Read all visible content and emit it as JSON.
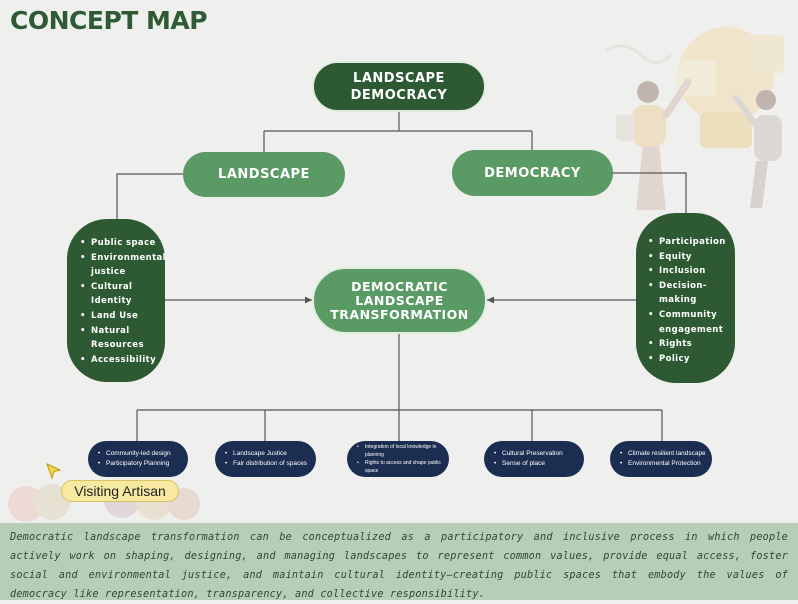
{
  "title": "CONCEPT MAP",
  "root": "LANDSCAPE DEMOCRACY",
  "landscape": "LANDSCAPE",
  "democracy": "DEMOCRACY",
  "center": "DEMOCRATIC LANDSCAPE TRANSFORMATION",
  "landscape_items": [
    "Public space",
    "Environmental justice",
    "Cultural Identity",
    "Land Use",
    "Natural Resources",
    "Accessibility"
  ],
  "democracy_items": [
    "Participation",
    "Equity",
    "Inclusion",
    "Decision-making",
    "Community engagement",
    "Rights",
    "Policy"
  ],
  "outcomes": [
    {
      "items": [
        "Community-led design",
        "Participatory Planning"
      ]
    },
    {
      "items": [
        "Landscape Justice",
        "Fair distribution of spaces"
      ]
    },
    {
      "items": [
        "Integration of local knowledge in planning",
        "Rights to access and shape public space"
      ]
    },
    {
      "items": [
        "Cultural Preservation",
        "Sense of place"
      ]
    },
    {
      "items": [
        "Climate resilient landscape",
        "Environmental Protection"
      ]
    }
  ],
  "badge": "Visiting Artisan",
  "footer": "Democratic landscape transformation can be conceptualized as a participatory and inclusive process in which people actively work on shaping, designing, and managing landscapes to represent common values, provide equal access, foster social and environmental justice, and maintain cultural identity—creating public spaces that embody the values of democracy like representation, transparency, and collective responsibility.",
  "icons": {
    "cursor": "pointer-cursor-icon",
    "avatars": "visitor-avatars-icon",
    "illustration": "puzzle-people-illustration"
  },
  "colors": {
    "dark_green": "#2d5a32",
    "mid_green": "#5a9a64",
    "navy": "#1b2e52",
    "footer_bg": "#b7cdb7",
    "badge_bg": "#f7e9a2"
  }
}
